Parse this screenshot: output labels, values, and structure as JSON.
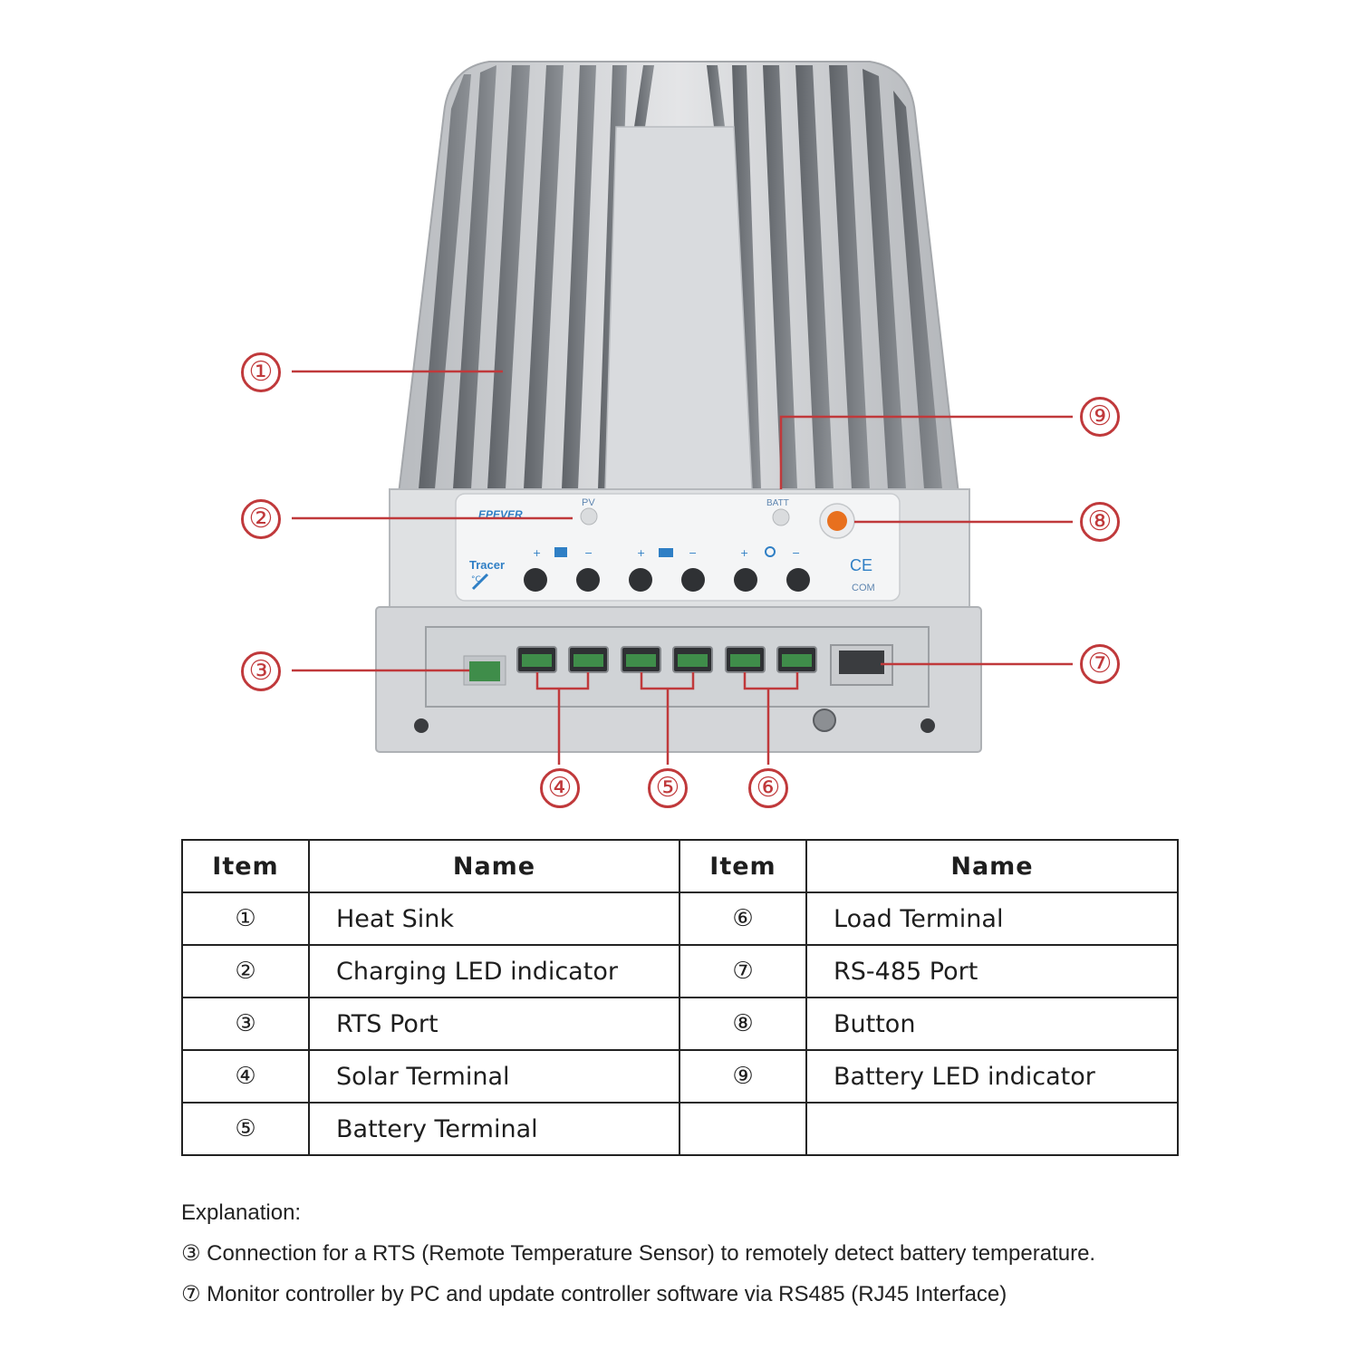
{
  "device": {
    "logo": "EPEVER",
    "model": "Tracer",
    "led_pv": "PV",
    "led_batt": "BATT",
    "com": "COM",
    "ce": "CE",
    "temp_symbol": "°C"
  },
  "callouts": [
    "①",
    "②",
    "③",
    "④",
    "⑤",
    "⑥",
    "⑦",
    "⑧",
    "⑨"
  ],
  "table": {
    "headers": [
      "Item",
      "Name",
      "Item",
      "Name"
    ],
    "rows": [
      {
        "item_left": "①",
        "name_left": "Heat Sink",
        "item_right": "⑥",
        "name_right": "Load Terminal"
      },
      {
        "item_left": "②",
        "name_left": "Charging LED indicator",
        "item_right": "⑦",
        "name_right": "RS-485 Port"
      },
      {
        "item_left": "③",
        "name_left": "RTS Port",
        "item_right": "⑧",
        "name_right": "Button"
      },
      {
        "item_left": "④",
        "name_left": "Solar Terminal",
        "item_right": "⑨",
        "name_right": "Battery LED indicator"
      },
      {
        "item_left": "⑤",
        "name_left": "Battery Terminal",
        "item_right": "",
        "name_right": ""
      }
    ]
  },
  "explanation": {
    "title": "Explanation:",
    "line1_symbol": "③",
    "line1_text": " Connection for a RTS (Remote Temperature Sensor) to remotely detect battery temperature.",
    "line2_symbol": "⑦",
    "line2_text": " Monitor controller by PC and update controller software via RS485 (RJ45 Interface)"
  },
  "colors": {
    "accent_red": "#c0393b",
    "housing_gray": "#d6d8db",
    "terminal_green": "#3f8d4a",
    "button_orange": "#e8701e",
    "label_blue": "#2f7fc5"
  }
}
